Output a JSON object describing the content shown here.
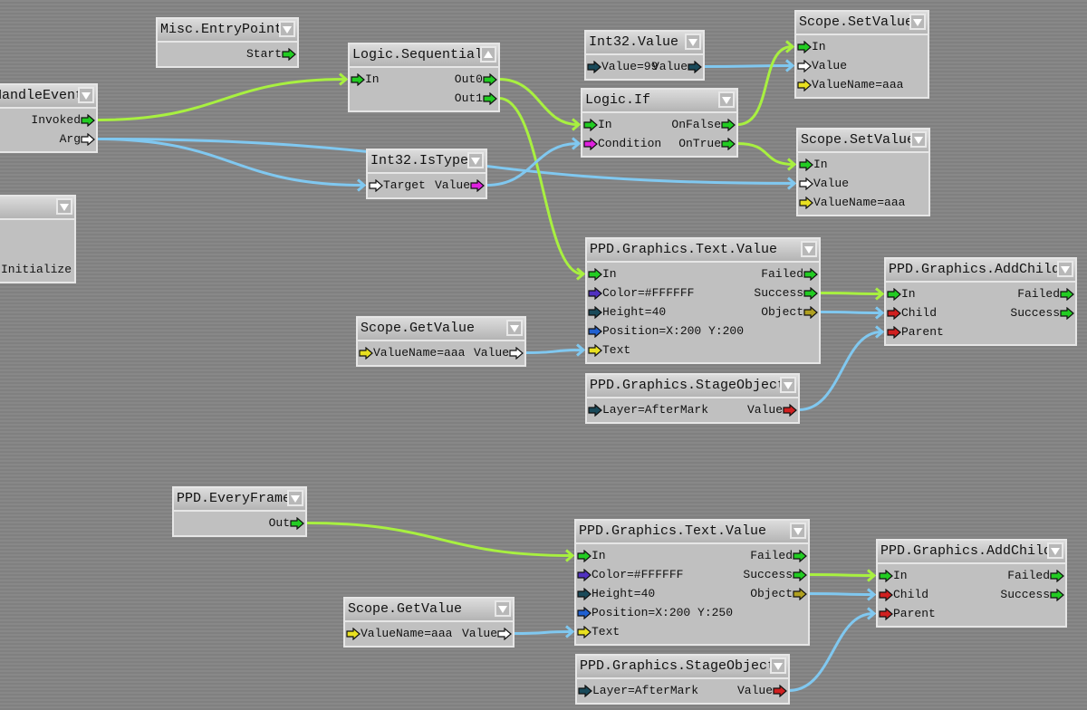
{
  "colors": {
    "exec_wire": "#a8f040",
    "data_wire": "#80c8f0",
    "port_exec": "#22cc22",
    "port_any": "#ffffff",
    "port_bool": "#e020e0",
    "port_string": "#e8e020",
    "port_int": "#1a4a5a",
    "port_color": "#5030c0",
    "port_vector": "#2060d0",
    "port_object": "#d02020",
    "port_graphic": "#b0a020"
  },
  "nodes": [
    {
      "id": "handle-event",
      "title": "HandleEvent",
      "collapsed": false,
      "rows": [
        {
          "right": {
            "label": "Invoked",
            "port": "port_exec"
          }
        },
        {
          "right": {
            "label": "Arg",
            "port": "port_any"
          }
        }
      ]
    },
    {
      "id": "initialize",
      "title": "",
      "collapsed": false,
      "rows": [
        {},
        {},
        {
          "left": {
            "label": "Initialize"
          }
        }
      ]
    },
    {
      "id": "misc-entrypoint",
      "title": "Misc.EntryPoint",
      "collapsed": false,
      "rows": [
        {
          "right": {
            "label": "Start",
            "port": "port_exec"
          }
        }
      ]
    },
    {
      "id": "logic-sequential",
      "title": "Logic.Sequential",
      "collapsed": true,
      "rows": [
        {
          "left": {
            "label": "In",
            "port": "port_exec"
          },
          "right": {
            "label": "Out0",
            "port": "port_exec"
          }
        },
        {
          "right": {
            "label": "Out1",
            "port": "port_exec"
          }
        }
      ]
    },
    {
      "id": "int32-istype",
      "title": "Int32.IsType",
      "collapsed": false,
      "rows": [
        {
          "left": {
            "label": "Target",
            "port": "port_any"
          },
          "right": {
            "label": "Value",
            "port": "port_bool"
          }
        }
      ]
    },
    {
      "id": "int32-value",
      "title": "Int32.Value",
      "collapsed": false,
      "rows": [
        {
          "left": {
            "label": "Value=99",
            "port": "port_int"
          },
          "right": {
            "label": "Value",
            "port": "port_int"
          }
        }
      ]
    },
    {
      "id": "logic-if",
      "title": "Logic.If",
      "collapsed": false,
      "rows": [
        {
          "left": {
            "label": "In",
            "port": "port_exec"
          },
          "right": {
            "label": "OnFalse",
            "port": "port_exec"
          }
        },
        {
          "left": {
            "label": "Condition",
            "port": "port_bool"
          },
          "right": {
            "label": "OnTrue",
            "port": "port_exec"
          }
        }
      ]
    },
    {
      "id": "scope-setvalue-1",
      "title": "Scope.SetValue",
      "collapsed": false,
      "rows": [
        {
          "left": {
            "label": "In",
            "port": "port_exec"
          }
        },
        {
          "left": {
            "label": "Value",
            "port": "port_any"
          }
        },
        {
          "left": {
            "label": "ValueName=aaa",
            "port": "port_string"
          }
        }
      ]
    },
    {
      "id": "scope-setvalue-2",
      "title": "Scope.SetValue",
      "collapsed": false,
      "rows": [
        {
          "left": {
            "label": "In",
            "port": "port_exec"
          }
        },
        {
          "left": {
            "label": "Value",
            "port": "port_any"
          }
        },
        {
          "left": {
            "label": "ValueName=aaa",
            "port": "port_string"
          }
        }
      ]
    },
    {
      "id": "text-value-1",
      "title": "PPD.Graphics.Text.Value",
      "collapsed": false,
      "rows": [
        {
          "left": {
            "label": "In",
            "port": "port_exec"
          },
          "right": {
            "label": "Failed",
            "port": "port_exec"
          }
        },
        {
          "left": {
            "label": "Color=#FFFFFF",
            "port": "port_color"
          },
          "right": {
            "label": "Success",
            "port": "port_exec"
          }
        },
        {
          "left": {
            "label": "Height=40",
            "port": "port_int"
          },
          "right": {
            "label": "Object",
            "port": "port_graphic"
          }
        },
        {
          "left": {
            "label": "Position=X:200 Y:200",
            "port": "port_vector"
          }
        },
        {
          "left": {
            "label": "Text",
            "port": "port_string"
          }
        }
      ]
    },
    {
      "id": "addchild-1",
      "title": "PPD.Graphics.AddChild",
      "collapsed": false,
      "rows": [
        {
          "left": {
            "label": "In",
            "port": "port_exec"
          },
          "right": {
            "label": "Failed",
            "port": "port_exec"
          }
        },
        {
          "left": {
            "label": "Child",
            "port": "port_object"
          },
          "right": {
            "label": "Success",
            "port": "port_exec"
          }
        },
        {
          "left": {
            "label": "Parent",
            "port": "port_object"
          }
        }
      ]
    },
    {
      "id": "scope-getvalue-1",
      "title": "Scope.GetValue",
      "collapsed": false,
      "rows": [
        {
          "left": {
            "label": "ValueName=aaa",
            "port": "port_string"
          },
          "right": {
            "label": "Value",
            "port": "port_any"
          }
        }
      ]
    },
    {
      "id": "stageobject-1",
      "title": "PPD.Graphics.StageObject",
      "collapsed": false,
      "rows": [
        {
          "left": {
            "label": "Layer=AfterMark",
            "port": "port_int"
          },
          "right": {
            "label": "Value",
            "port": "port_object"
          }
        }
      ]
    },
    {
      "id": "everyframe",
      "title": "PPD.EveryFrame",
      "collapsed": false,
      "rows": [
        {
          "right": {
            "label": "Out",
            "port": "port_exec"
          }
        }
      ]
    },
    {
      "id": "text-value-2",
      "title": "PPD.Graphics.Text.Value",
      "collapsed": false,
      "rows": [
        {
          "left": {
            "label": "In",
            "port": "port_exec"
          },
          "right": {
            "label": "Failed",
            "port": "port_exec"
          }
        },
        {
          "left": {
            "label": "Color=#FFFFFF",
            "port": "port_color"
          },
          "right": {
            "label": "Success",
            "port": "port_exec"
          }
        },
        {
          "left": {
            "label": "Height=40",
            "port": "port_int"
          },
          "right": {
            "label": "Object",
            "port": "port_graphic"
          }
        },
        {
          "left": {
            "label": "Position=X:200 Y:250",
            "port": "port_vector"
          }
        },
        {
          "left": {
            "label": "Text",
            "port": "port_string"
          }
        }
      ]
    },
    {
      "id": "addchild-2",
      "title": "PPD.Graphics.AddChild",
      "collapsed": false,
      "rows": [
        {
          "left": {
            "label": "In",
            "port": "port_exec"
          },
          "right": {
            "label": "Failed",
            "port": "port_exec"
          }
        },
        {
          "left": {
            "label": "Child",
            "port": "port_object"
          },
          "right": {
            "label": "Success",
            "port": "port_exec"
          }
        },
        {
          "left": {
            "label": "Parent",
            "port": "port_object"
          }
        }
      ]
    },
    {
      "id": "scope-getvalue-2",
      "title": "Scope.GetValue",
      "collapsed": false,
      "rows": [
        {
          "left": {
            "label": "ValueName=aaa",
            "port": "port_string"
          },
          "right": {
            "label": "Value",
            "port": "port_any"
          }
        }
      ]
    },
    {
      "id": "stageobject-2",
      "title": "PPD.Graphics.StageObject",
      "collapsed": false,
      "rows": [
        {
          "left": {
            "label": "Layer=AfterMark",
            "port": "port_int"
          },
          "right": {
            "label": "Value",
            "port": "port_object"
          }
        }
      ]
    }
  ],
  "connections": [
    {
      "from": "handle-event.0",
      "to": "logic-sequential.0",
      "kind": "exec_wire"
    },
    {
      "from": "handle-event.1",
      "to": "int32-istype.0",
      "kind": "data_wire"
    },
    {
      "from": "handle-event.1",
      "to": "scope-setvalue-2.1",
      "kind": "data_wire"
    },
    {
      "from": "logic-sequential.0",
      "to": "logic-if.0",
      "kind": "exec_wire"
    },
    {
      "from": "logic-sequential.1",
      "to": "text-value-1.0",
      "kind": "exec_wire"
    },
    {
      "from": "int32-istype.0",
      "to": "logic-if.1",
      "kind": "data_wire"
    },
    {
      "from": "int32-value.0",
      "to": "scope-setvalue-1.1",
      "kind": "data_wire"
    },
    {
      "from": "logic-if.0",
      "to": "scope-setvalue-1.0",
      "kind": "exec_wire"
    },
    {
      "from": "logic-if.1",
      "to": "scope-setvalue-2.0",
      "kind": "exec_wire"
    },
    {
      "from": "text-value-1.1",
      "to": "addchild-1.0",
      "kind": "exec_wire"
    },
    {
      "from": "text-value-1.2",
      "to": "addchild-1.1",
      "kind": "data_wire"
    },
    {
      "from": "scope-getvalue-1.0",
      "to": "text-value-1.4",
      "kind": "data_wire"
    },
    {
      "from": "stageobject-1.0",
      "to": "addchild-1.2",
      "kind": "data_wire"
    },
    {
      "from": "everyframe.0",
      "to": "text-value-2.0",
      "kind": "exec_wire"
    },
    {
      "from": "text-value-2.1",
      "to": "addchild-2.0",
      "kind": "exec_wire"
    },
    {
      "from": "text-value-2.2",
      "to": "addchild-2.1",
      "kind": "data_wire"
    },
    {
      "from": "scope-getvalue-2.0",
      "to": "text-value-2.4",
      "kind": "data_wire"
    },
    {
      "from": "stageobject-2.0",
      "to": "addchild-2.2",
      "kind": "data_wire"
    }
  ]
}
